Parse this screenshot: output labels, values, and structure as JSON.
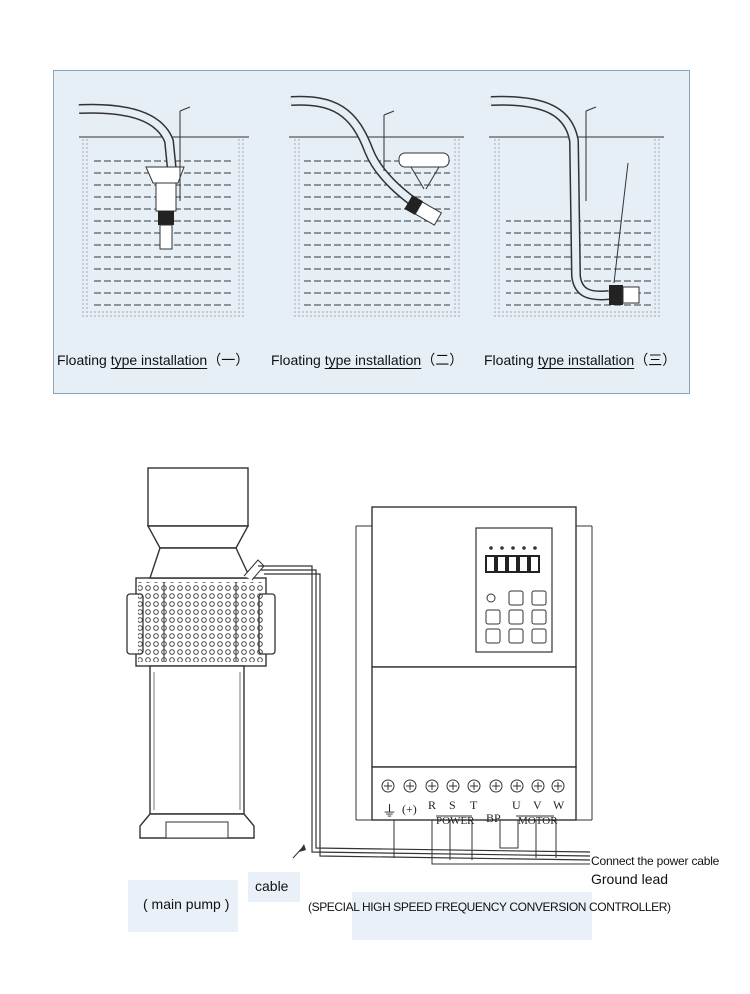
{
  "installation_panel": {
    "figures": [
      {
        "caption_pre": "Floating ",
        "caption_ul": "type installation",
        "caption_num": "（一）"
      },
      {
        "caption_pre": "Floating ",
        "caption_ul": "type installation",
        "caption_num": "（二）"
      },
      {
        "caption_pre": "Floating ",
        "caption_ul": "type installation",
        "caption_num": "（三）"
      }
    ]
  },
  "wiring_diagram": {
    "terminal_labels": {
      "ground_symbol": "⏚",
      "plus": "(+)",
      "r": "R",
      "s": "S",
      "t": "T",
      "power": "POWER",
      "bp": "BP",
      "u": "U",
      "v": "V",
      "w": "W",
      "motor": "MOTOR"
    },
    "labels": {
      "connect_power_cable": "Connect the power cable",
      "ground_lead": "Ground lead",
      "cable": "cable",
      "main_pump": "( main pump )",
      "controller": "(SPECIAL HIGH SPEED FREQUENCY CONVERSION CONTROLLER)"
    }
  },
  "colors": {
    "panel_bg": "#e6eef6",
    "label_bg": "#e9f0f7",
    "line": "#222222"
  }
}
